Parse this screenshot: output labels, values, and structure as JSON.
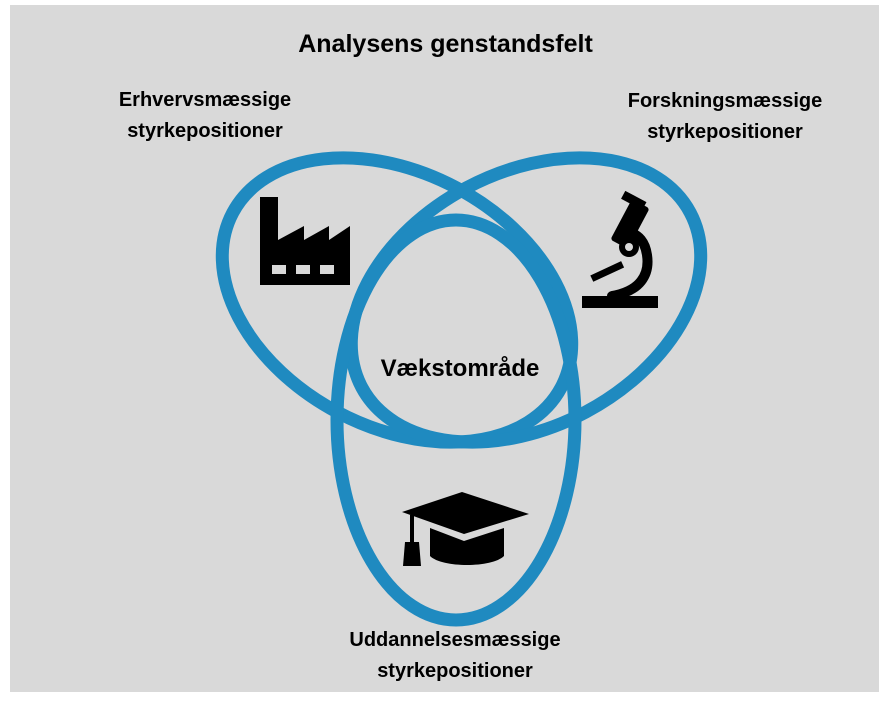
{
  "title": "Analysens genstandsfelt",
  "sets": {
    "left": {
      "line1": "Erhvervsmæssige",
      "line2": "styrkepositioner",
      "icon": "factory-icon"
    },
    "right": {
      "line1": "Forskningsmæssige",
      "line2": "styrkepositioner",
      "icon": "microscope-icon"
    },
    "bottom": {
      "line1": "Uddannelsesmæssige",
      "line2": "styrkepositioner",
      "icon": "graduation-cap-icon"
    }
  },
  "center": "Vækstområde",
  "colors": {
    "ring": "#1f8ac0",
    "background": "#d9d9d9",
    "icon": "#000000"
  }
}
